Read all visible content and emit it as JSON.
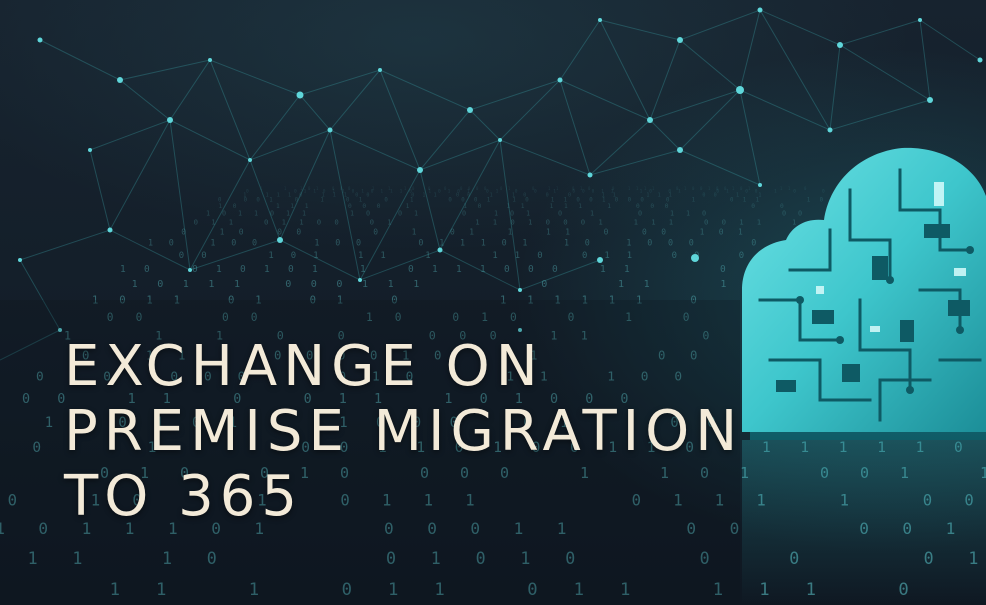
{
  "hero": {
    "title_lines": [
      "EXCHANGE ON",
      "PREMISE MIGRATION",
      "TO 365"
    ],
    "colors": {
      "background": "#141f2a",
      "title_text": "#f3ead8",
      "accent_teal": "#3fc9cf",
      "cloud_shadow": "#12707a"
    },
    "artwork": [
      "network-mesh-graphic",
      "binary-digits-field",
      "circuit-cloud-illustration"
    ]
  }
}
